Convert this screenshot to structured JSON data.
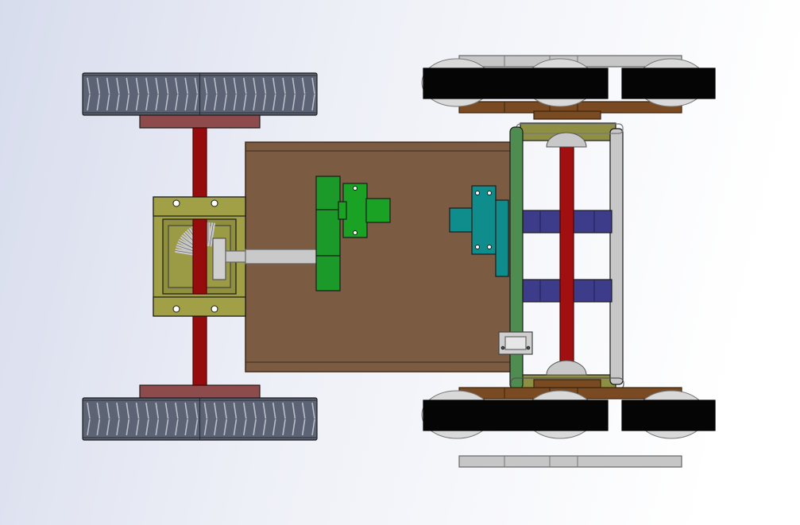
{
  "scene": {
    "view": "top",
    "background_gradient": [
      "#ffffff",
      "#eef0f7",
      "#d7dced"
    ]
  },
  "colors": {
    "tire": "#5c6375",
    "tire_tread": "#b9bec9",
    "hub_plate": "#8e4b4b",
    "rear_axle": "#960b0b",
    "gearbox_housing": "#a1a047",
    "gearbox_inner": "#8f8f3d",
    "bevel_gear": "#c8c8c8",
    "shaft": "#c9c9c9",
    "chassis_plate": "#7c5b43",
    "chassis_edge": "#3d2b1e",
    "motor_green": "#1c9a29",
    "bearing_block_green": "#19a224",
    "coupling_teal": "#0f8c8c",
    "frame_bar_green": "#4f8c4f",
    "bracket_olive": "#8e8f42",
    "rail_grey": "#c7c7c7",
    "cross_block_blue": "#3c3c8a",
    "front_axle": "#a01010",
    "track_black": "#050505",
    "track_plate_brown": "#7a4b22",
    "track_rail_grey": "#c6c6c6",
    "bolt_hole": "#ffffff"
  },
  "components": [
    {
      "id": "rear-wheel-left",
      "type": "wheel",
      "treads": 12
    },
    {
      "id": "rear-wheel-right",
      "type": "wheel",
      "treads": 12
    },
    {
      "id": "rear-axle",
      "type": "axle"
    },
    {
      "id": "gearbox",
      "type": "bevel-gear-housing",
      "gear_teeth": 11,
      "bolts": 4
    },
    {
      "id": "drive-shaft",
      "type": "shaft"
    },
    {
      "id": "chassis-plate",
      "type": "plate"
    },
    {
      "id": "motor",
      "type": "motor"
    },
    {
      "id": "pillow-block-bearing-1",
      "type": "bearing",
      "bolts": 2
    },
    {
      "id": "pillow-block-bearing-2",
      "type": "bearing",
      "bolts": 2
    },
    {
      "id": "front-steering-frame",
      "type": "frame"
    },
    {
      "id": "front-axle",
      "type": "axle"
    },
    {
      "id": "track-assembly-top",
      "type": "track",
      "rollers": 3
    },
    {
      "id": "track-assembly-bottom",
      "type": "track",
      "rollers": 3
    }
  ]
}
